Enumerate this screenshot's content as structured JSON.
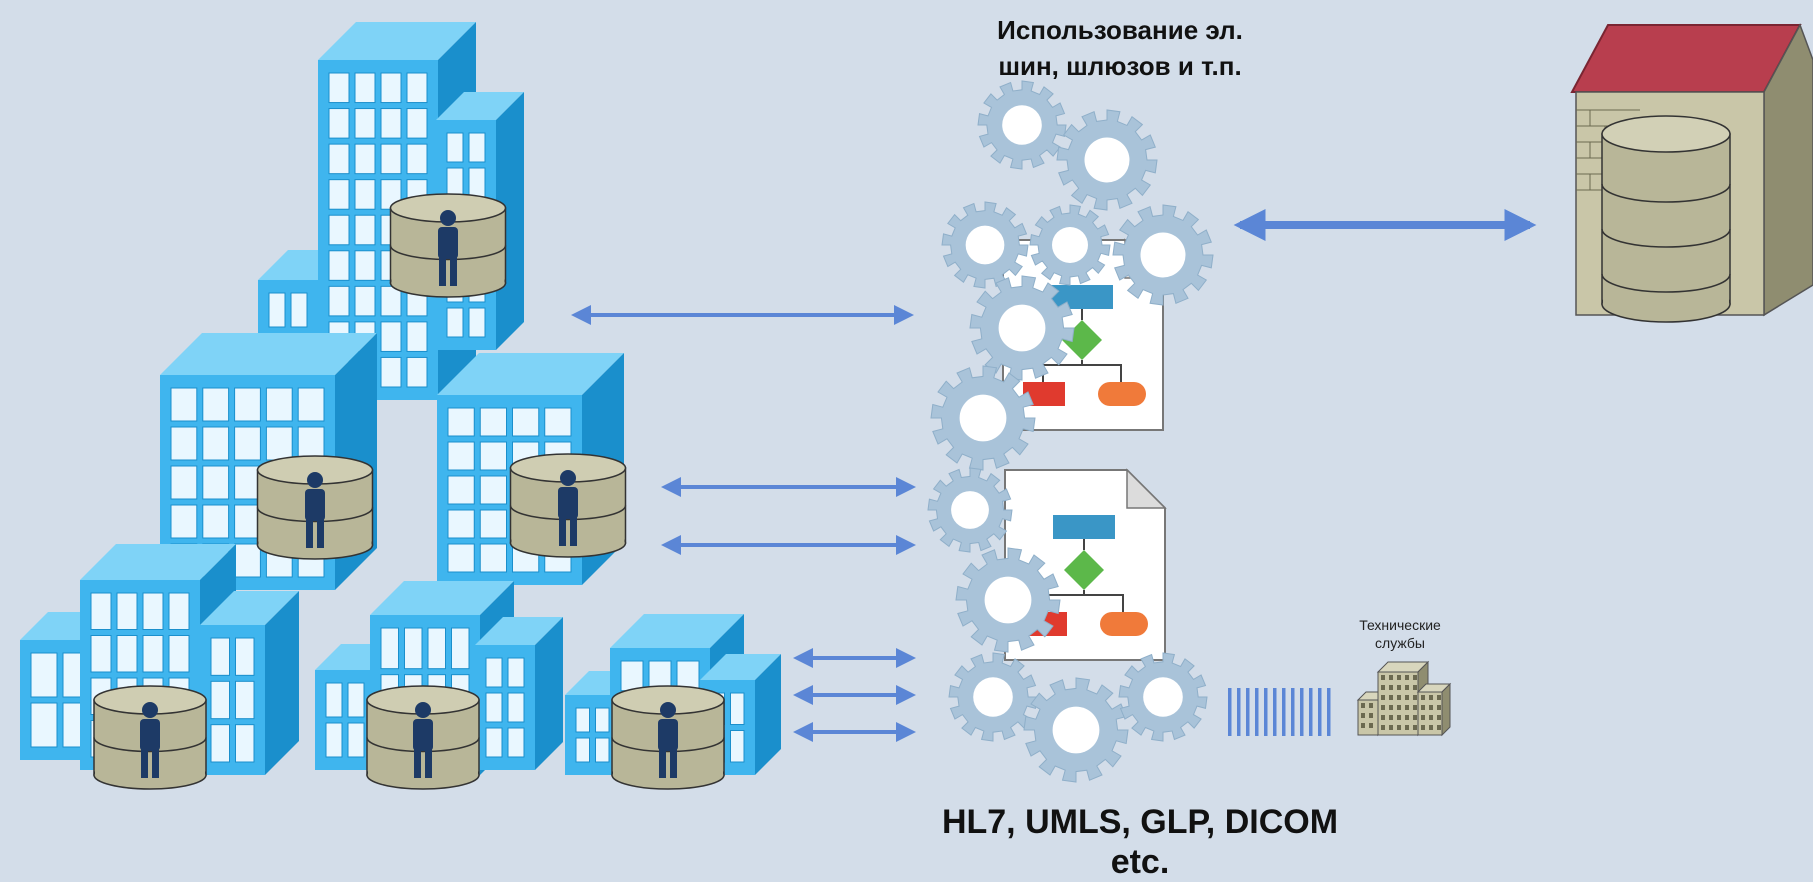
{
  "labels": {
    "top_line1": "Использование эл.",
    "top_line2": "шин, шлюзов и т.п.",
    "bottom_line1": "HL7, UMLS, GLP, DICOM",
    "bottom_line2": "etc.",
    "tech_line1": "Технические",
    "tech_line2": "службы"
  },
  "colors": {
    "background": "#d3dde9",
    "arrow": "#5b86d6",
    "gear": "#a9c3d9",
    "building_front": "#3fb5ee",
    "building_side": "#1a8fcc",
    "building_top": "#7fd3f7",
    "db_body": "#b8b698",
    "person": "#1d3a66",
    "archive_roof": "#b83e4e"
  },
  "icons": [
    "building-icon",
    "database-icon",
    "person-icon",
    "gear-icon",
    "flowchart-document-icon",
    "archive-database-icon",
    "arrow-icon",
    "barcode-lines-icon"
  ]
}
